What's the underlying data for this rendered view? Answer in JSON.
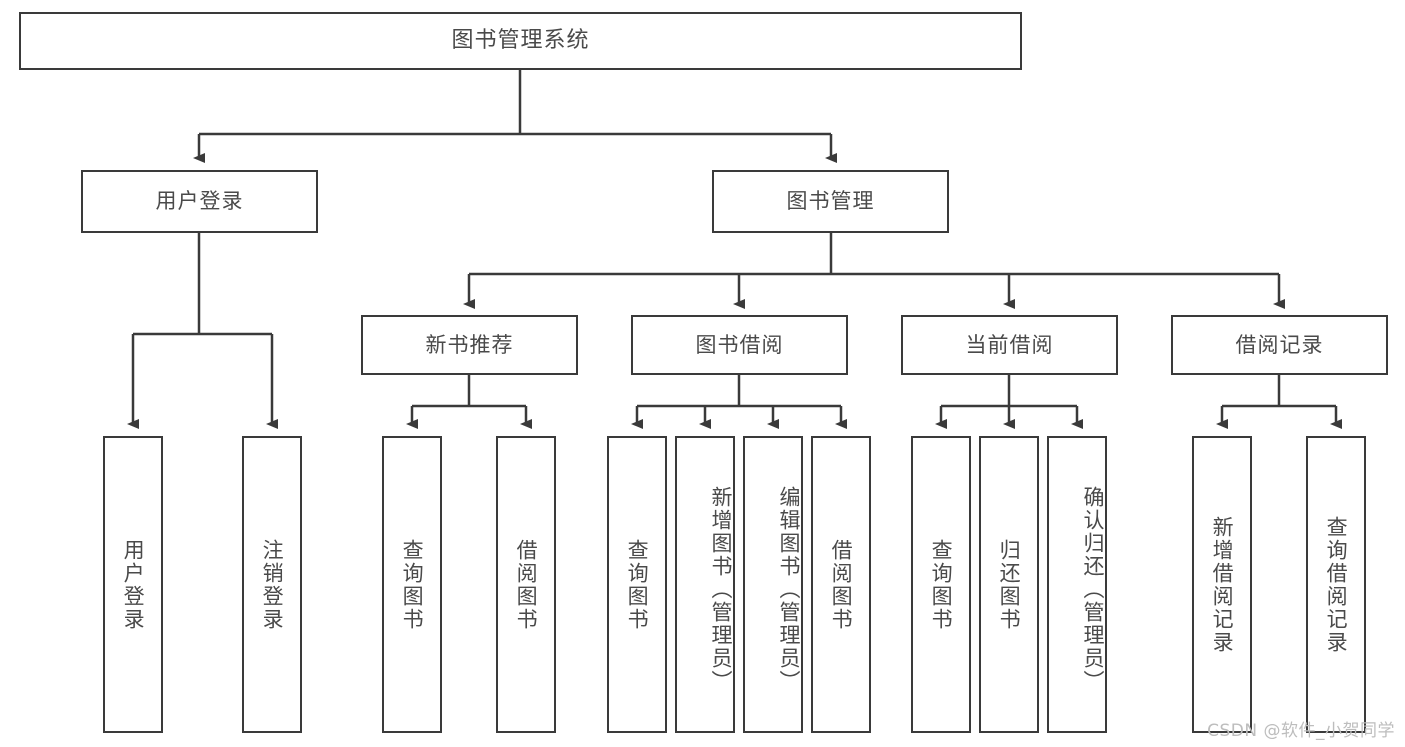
{
  "diagram": {
    "title": "图书管理系统",
    "type": "hierarchy-tree",
    "root": {
      "label": "图书管理系统"
    },
    "level2": [
      {
        "label": "用户登录"
      },
      {
        "label": "图书管理"
      }
    ],
    "level3": [
      {
        "label": "新书推荐"
      },
      {
        "label": "图书借阅"
      },
      {
        "label": "当前借阅"
      },
      {
        "label": "借阅记录"
      }
    ],
    "leaves": {
      "user_login": [
        {
          "label": "用户登录"
        },
        {
          "label": "注销登录"
        }
      ],
      "new_book_recommend": [
        {
          "label": "查询图书"
        },
        {
          "label": "借阅图书"
        }
      ],
      "book_borrow": [
        {
          "label": "查询图书"
        },
        {
          "label": "新增图书（管理员）"
        },
        {
          "label": "编辑图书（管理员）"
        },
        {
          "label": "借阅图书"
        }
      ],
      "current_borrow": [
        {
          "label": "查询图书"
        },
        {
          "label": "归还图书"
        },
        {
          "label": "确认归还（管理员）"
        }
      ],
      "borrow_record": [
        {
          "label": "新增借阅记录"
        },
        {
          "label": "查询借阅记录"
        }
      ]
    }
  },
  "watermark": {
    "text": "CSDN @软件_小贺同学"
  },
  "colors": {
    "border": "#3a3a3a",
    "text": "#4a4a4a",
    "background": "#ffffff",
    "watermark": "#bdbdbd"
  }
}
